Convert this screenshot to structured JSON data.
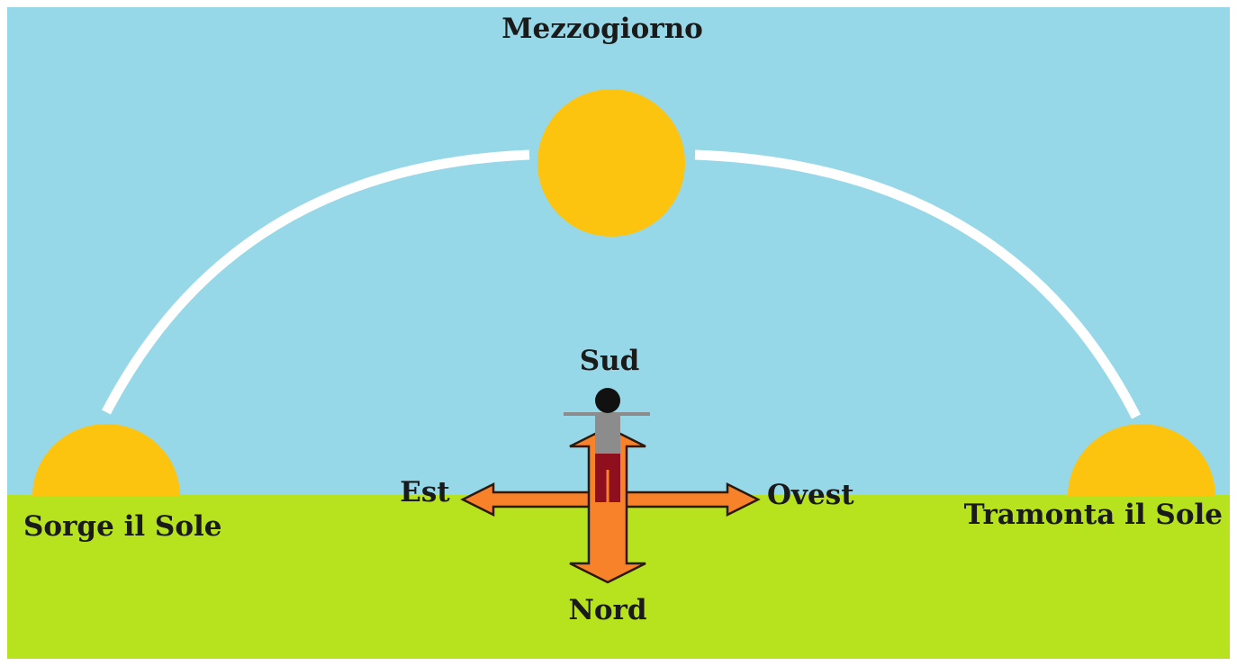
{
  "labels": {
    "noon": "Mezzogiorno",
    "south": "Sud",
    "north": "Nord",
    "east": "Est",
    "west": "Ovest",
    "sunrise": "Sorge il Sole",
    "sunset": "Tramonta il Sole"
  },
  "colors": {
    "sky": "#97d8e8",
    "ground": "#b7e31e",
    "sun": "#fdc40f",
    "sun_path": "#ffffff",
    "compass_arrow": "#f8822a",
    "person_shirt": "#8c8c8c",
    "person_trousers": "#8f0f1f",
    "person_head": "#111111"
  },
  "icons": {
    "noon_sun": "sun-icon",
    "rising_sun": "half-sun-icon",
    "setting_sun": "half-sun-icon",
    "observer": "person-icon",
    "compass": "compass-arrows-icon"
  }
}
